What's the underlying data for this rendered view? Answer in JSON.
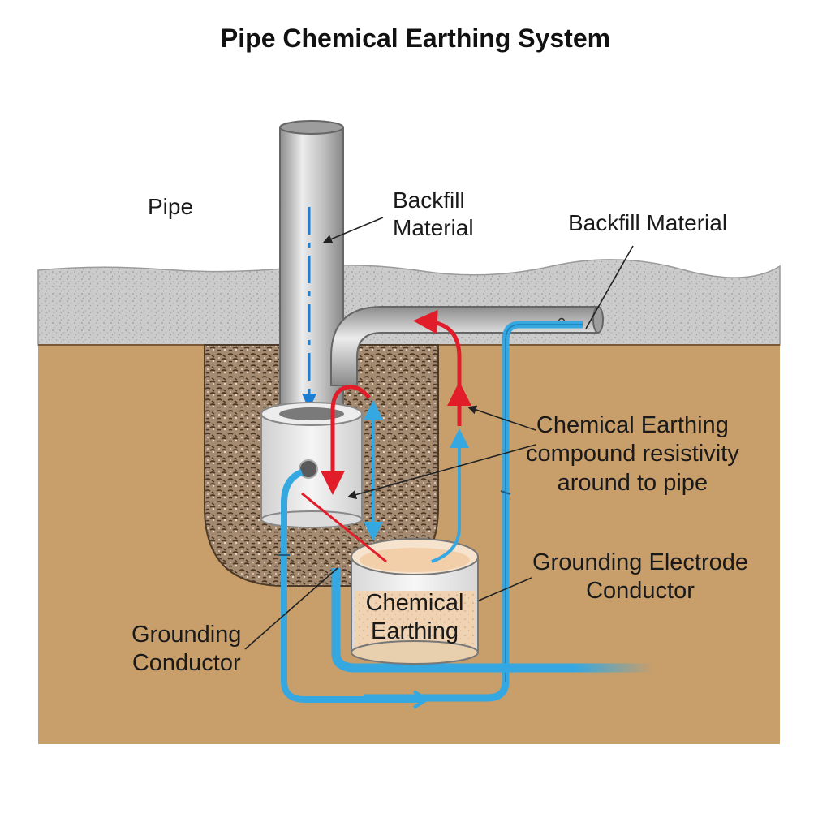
{
  "title": "Pipe Chemical Earthing System",
  "labels": {
    "pipe": "Pipe",
    "backfill_material_1": [
      "Backfill",
      "Material"
    ],
    "backfill_material_2": "Backfill Material",
    "chemical_compound": [
      "Chemical Earthing",
      "compound resistivity",
      "around to pipe"
    ],
    "grounding_electrode_conductor": [
      "Grounding Electrode",
      "Conductor"
    ],
    "chemical_earthing": [
      "Chemical",
      "Earthing"
    ],
    "grounding_conductor": [
      "Grounding",
      "Conductor"
    ]
  },
  "colors": {
    "background": "#ffffff",
    "soil": "#c89e6a",
    "surface_gravel": "#c9c9c9",
    "backfill_pit": "#7d6550",
    "pipe_metal": "#b8b8b8",
    "concrete_collar": "#e4e4e4",
    "conductor_blue": "#35a8e2",
    "flow_arrow_red": "#e11d2a",
    "flow_arrow_blue": "#1a7fd4",
    "chemical_compound": "#f0d4b6",
    "label_text": "#1a1a1a"
  }
}
